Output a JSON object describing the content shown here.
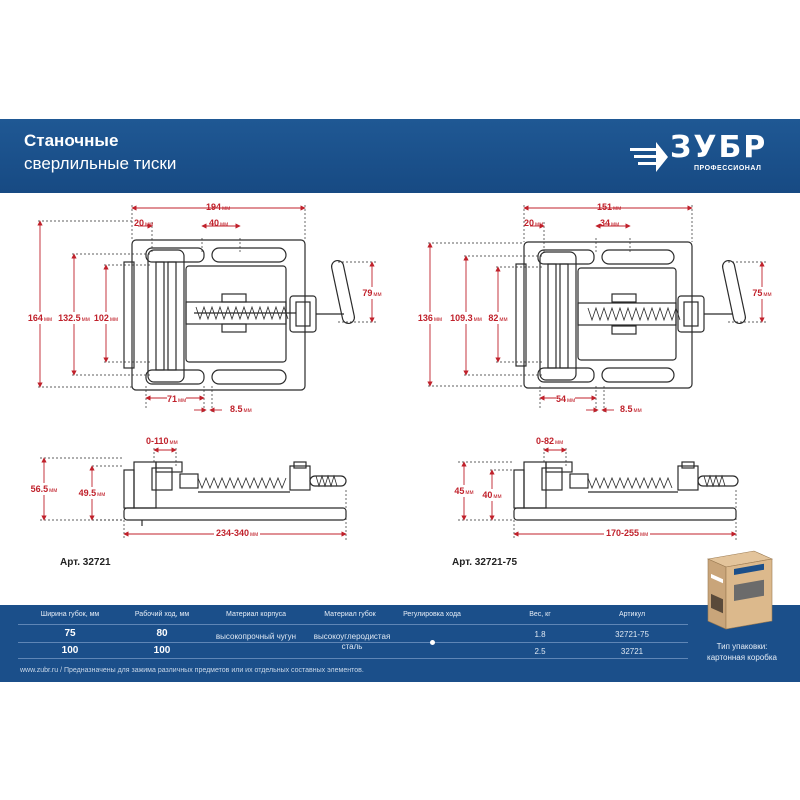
{
  "header": {
    "title_line1": "Станочные",
    "title_line2": "сверлильные тиски",
    "brand_name": "ЗУБР",
    "brand_subtitle": "ПРОФЕССИОНАЛ"
  },
  "drawings": {
    "unit": "мм",
    "vise_large": {
      "width": "194",
      "jaw": "20",
      "slot": "40",
      "height": "164",
      "inner_height": "132.5",
      "jaw_width": "102",
      "handle": "79",
      "offset": "71",
      "slot_width": "8.5"
    },
    "vise_small": {
      "width": "151",
      "jaw": "20",
      "slot": "34",
      "height": "136",
      "inner_height": "109.3",
      "jaw_width": "82",
      "handle": "75",
      "offset": "54",
      "slot_width": "8.5"
    },
    "side_large": {
      "opening": "0-110",
      "total_height": "56.5",
      "jaw_height": "49.5",
      "length": "234-340"
    },
    "side_small": {
      "opening": "0-82",
      "total_height": "45",
      "jaw_height": "40",
      "length": "170-255"
    },
    "article_large": "Арт. 32721",
    "article_small": "Арт. 32721-75"
  },
  "specs": {
    "headers": [
      "Ширина губок, мм",
      "Рабочий ход, мм",
      "Материал корпуса",
      "Материал губок",
      "Регулировка хода",
      "Вес, кг",
      "Артикул"
    ],
    "rows": [
      {
        "jaw_width": "75",
        "stroke": "80",
        "weight": "1.8",
        "article": "32721-75"
      },
      {
        "jaw_width": "100",
        "stroke": "100",
        "weight": "2.5",
        "article": "32721"
      }
    ],
    "body_material": "высокопрочный чугун",
    "jaw_material": "высокоуглеродистая сталь",
    "footnote": "www.zubr.ru  /  Предназначены для зажима различных предметов или их отдельных составных элементов.",
    "pack_type": "Тип упаковки: картонная коробка"
  },
  "colors": {
    "brand_blue": "#1b4f8a",
    "dimension_red": "#c0212b",
    "outline": "#2b2b2b"
  }
}
